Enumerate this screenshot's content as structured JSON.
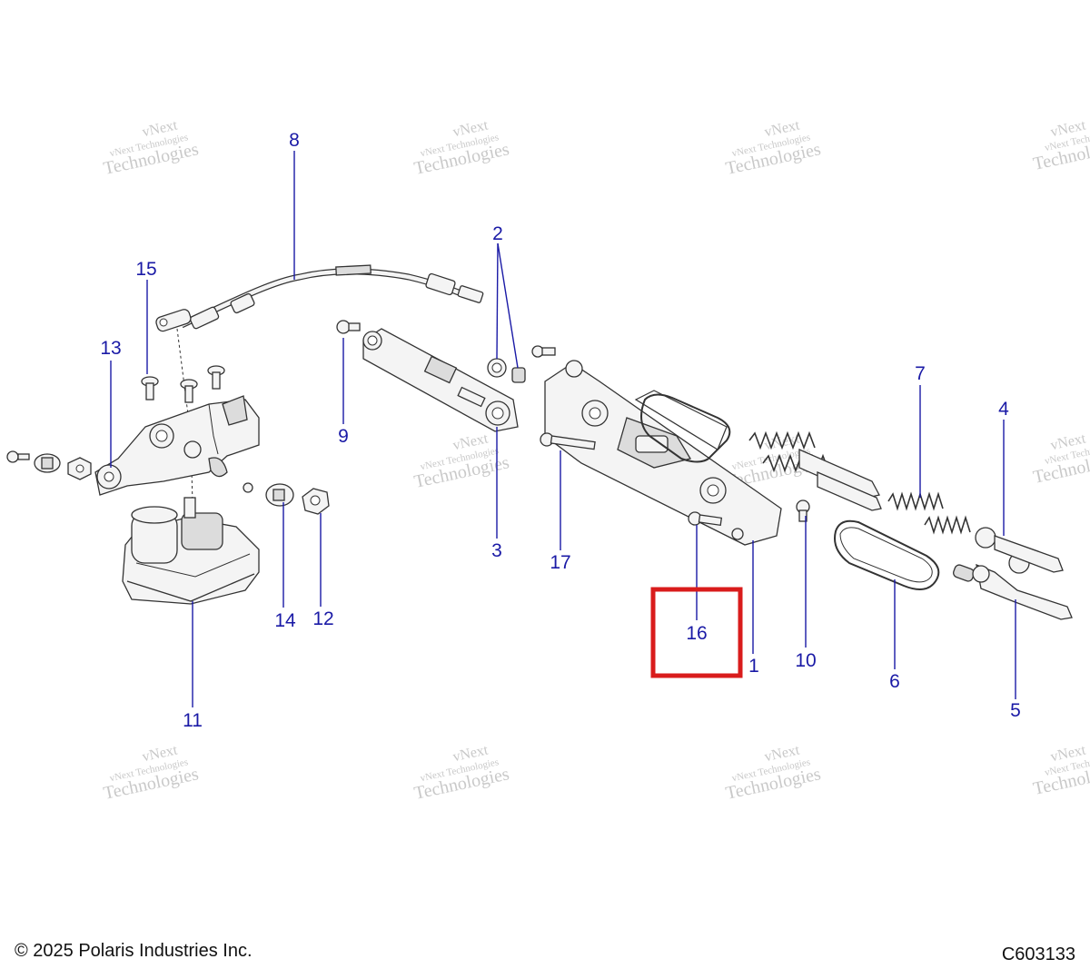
{
  "watermark": {
    "line1": "vNext",
    "line2": "vNext Technologies",
    "line3": "Technologies"
  },
  "callouts": [
    "1",
    "2",
    "3",
    "4",
    "5",
    "6",
    "7",
    "8",
    "9",
    "10",
    "11",
    "12",
    "13",
    "14",
    "15",
    "16",
    "17"
  ],
  "highlight": {
    "callout": "16",
    "color": "#d91c1c"
  },
  "footer": {
    "copyright": "© 2025 Polaris Industries Inc.",
    "figure_id": "C603133"
  },
  "colors": {
    "callout_text": "#1a1aa6",
    "line_art": "#333333"
  }
}
